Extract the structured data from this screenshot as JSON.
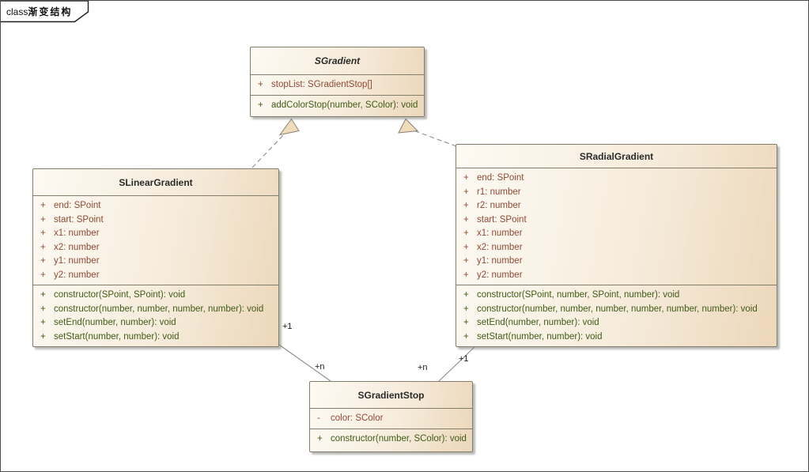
{
  "frame": {
    "tab_keyword": "class",
    "tab_title": "渐变结构"
  },
  "classes": [
    {
      "name": "SGradient",
      "abstract": true,
      "attributes": [
        {
          "v": "+",
          "t": "stopList: SGradientStop[]"
        }
      ],
      "methods": [
        {
          "v": "+",
          "t": "addColorStop(number, SColor): void"
        }
      ]
    },
    {
      "name": "SLinearGradient",
      "abstract": false,
      "attributes": [
        {
          "v": "+",
          "t": "end: SPoint"
        },
        {
          "v": "+",
          "t": "start: SPoint"
        },
        {
          "v": "+",
          "t": "x1: number"
        },
        {
          "v": "+",
          "t": "x2: number"
        },
        {
          "v": "+",
          "t": "y1: number"
        },
        {
          "v": "+",
          "t": "y2: number"
        }
      ],
      "methods": [
        {
          "v": "+",
          "t": "constructor(SPoint, SPoint): void"
        },
        {
          "v": "+",
          "t": "constructor(number, number, number, number): void"
        },
        {
          "v": "+",
          "t": "setEnd(number, number): void"
        },
        {
          "v": "+",
          "t": "setStart(number, number): void"
        }
      ]
    },
    {
      "name": "SRadialGradient",
      "abstract": false,
      "attributes": [
        {
          "v": "+",
          "t": "end: SPoint"
        },
        {
          "v": "+",
          "t": "r1: number"
        },
        {
          "v": "+",
          "t": "r2: number"
        },
        {
          "v": "+",
          "t": "start: SPoint"
        },
        {
          "v": "+",
          "t": "x1: number"
        },
        {
          "v": "+",
          "t": "x2: number"
        },
        {
          "v": "+",
          "t": "y1: number"
        },
        {
          "v": "+",
          "t": "y2: number"
        }
      ],
      "methods": [
        {
          "v": "+",
          "t": "constructor(SPoint, number, SPoint, number): void"
        },
        {
          "v": "+",
          "t": "constructor(number, number, number, number, number, number): void"
        },
        {
          "v": "+",
          "t": "setEnd(number, number): void"
        },
        {
          "v": "+",
          "t": "setStart(number, number): void"
        }
      ]
    },
    {
      "name": "SGradientStop",
      "abstract": false,
      "attributes": [
        {
          "v": "-",
          "t": "color: SColor"
        }
      ],
      "methods": [
        {
          "v": "+",
          "t": "constructor(number, SColor): void"
        }
      ]
    }
  ],
  "connectors": {
    "realizations": [
      {
        "from": "SLinearGradient",
        "to": "SGradient",
        "style": "dashed-triangle"
      },
      {
        "from": "SRadialGradient",
        "to": "SGradient",
        "style": "dashed-triangle"
      }
    ],
    "associations": [
      {
        "from": "SLinearGradient",
        "to": "SGradientStop",
        "from_mult": "+1",
        "to_mult": "+n"
      },
      {
        "from": "SRadialGradient",
        "to": "SGradientStop",
        "from_mult": "+1",
        "to_mult": "+n"
      }
    ],
    "multiplicities": [
      {
        "text": "+1"
      },
      {
        "text": "+n"
      },
      {
        "text": "+n"
      },
      {
        "text": "+1"
      }
    ]
  },
  "colors": {
    "box_fill_light": "#fdfaf3",
    "box_fill_dark": "#ecd7ba",
    "box_border": "#837d6c",
    "attribute_text": "#8e4a34",
    "method_text": "#405c16",
    "title_text": "#2b2b2b",
    "connector": "#8c8c8c",
    "arrowhead_fill": "#eedcba"
  }
}
